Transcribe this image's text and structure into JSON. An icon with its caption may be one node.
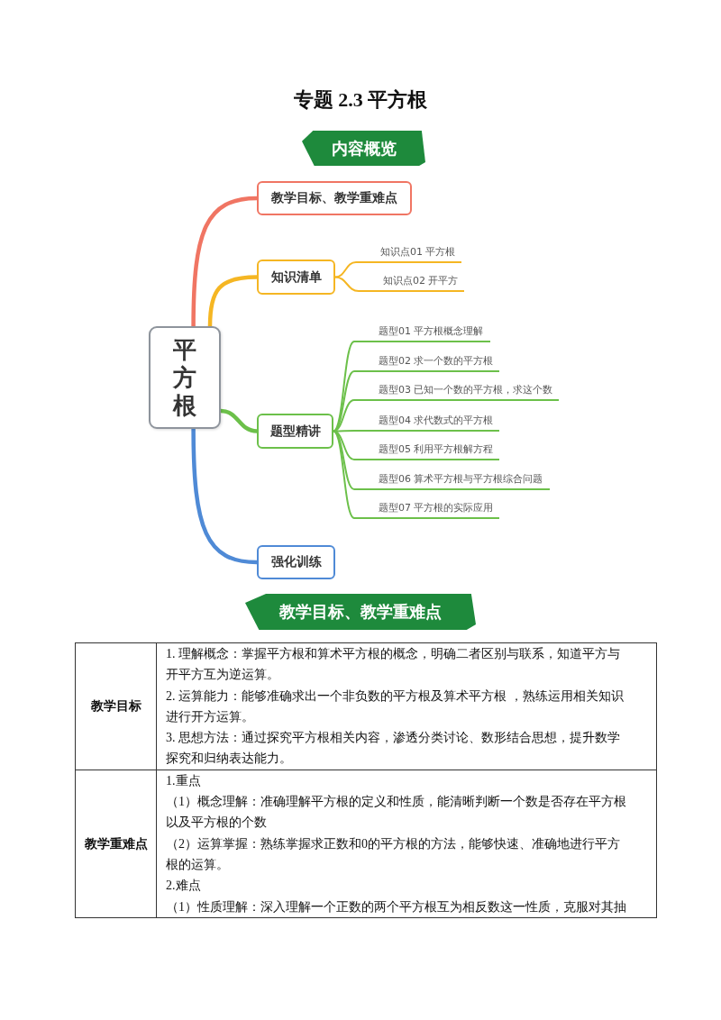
{
  "diagram": {
    "title": "专题 2.3 平方根",
    "nodes": [
      {
        "text": [
          "内容概览"
        ]
      },
      {
        "text": [
          "平方根"
        ]
      },
      {
        "text": [
          "教学目标、教学重难点"
        ]
      },
      {
        "text": [
          "知识清单"
        ]
      },
      {
        "text": [
          "知识点01 平方根"
        ]
      },
      {
        "text": [
          "知识点02 开平方"
        ]
      },
      {
        "text": [
          "题型精讲"
        ]
      },
      {
        "text": [
          "题型01 平方根概念理解"
        ]
      },
      {
        "text": [
          "题型02 求一个数的平方根"
        ]
      },
      {
        "text": [
          "题型03 已知一个数的平方根，求这个数"
        ]
      },
      {
        "text": [
          "题型04 求代数式的平方根"
        ]
      },
      {
        "text": [
          "题型05 利用平方根解方程"
        ]
      },
      {
        "text": [
          "题型06 算术平方根与平方根综合问题"
        ]
      },
      {
        "text": [
          "题型07 平方根的实际应用"
        ]
      },
      {
        "text": [
          "强化训练"
        ]
      },
      {
        "text": [
          "教学目标、教学重难点"
        ]
      }
    ],
    "edges": [
      {
        "from": 1,
        "to": 2,
        "arrow": "none",
        "style": "thick",
        "color": "#f07563"
      },
      {
        "from": 1,
        "to": 3,
        "arrow": "none",
        "style": "thick",
        "color": "#f5b623"
      },
      {
        "from": 3,
        "to": 4,
        "arrow": "none",
        "color": "#f5b623"
      },
      {
        "from": 3,
        "to": 5,
        "arrow": "none",
        "color": "#f5b623"
      },
      {
        "from": 1,
        "to": 6,
        "arrow": "none",
        "style": "thick"
      },
      {
        "from": 6,
        "to": 7,
        "arrow": "none"
      },
      {
        "from": 6,
        "to": 8,
        "arrow": "none"
      },
      {
        "from": 6,
        "to": 9,
        "arrow": "none"
      },
      {
        "from": 6,
        "to": 10,
        "arrow": "none"
      },
      {
        "from": 6,
        "to": 11,
        "arrow": "none"
      },
      {
        "from": 6,
        "to": 12,
        "arrow": "none"
      },
      {
        "from": 6,
        "to": 13,
        "arrow": "none"
      },
      {
        "from": 1,
        "to": 14,
        "arrow": "none",
        "style": "thick",
        "color": "#4f8ad6"
      }
    ],
    "labels": [
      "教学目标",
      "1. 理解概念：掌握平方根和算术平方根的概念，明确二者区别与联系，知道平方与开平方互为逆运算。",
      "2. 运算能力：能够准确求出一个非负数的平方根及算术平方根 ，熟练运用相关知识进行开方运算。",
      "3. 思想方法：通过探究平方根相关内容，渗透分类讨论、数形结合思想，提升数学探究和归纳表达能力。",
      "教学重难点",
      "1.重点",
      "（1）概念理解：准确理解平方根的定义和性质，能清晰判断一个数是否存在平方根以及平方根的个数",
      "（2）运算掌握：熟练掌握求正数和0的平方根的方法，能够快速、准确地进行平方根的运算。",
      "2.难点",
      "（1）性质理解：深入理解一个正数的两个平方根互为相反数这一性质，克服对其抽"
    ]
  }
}
